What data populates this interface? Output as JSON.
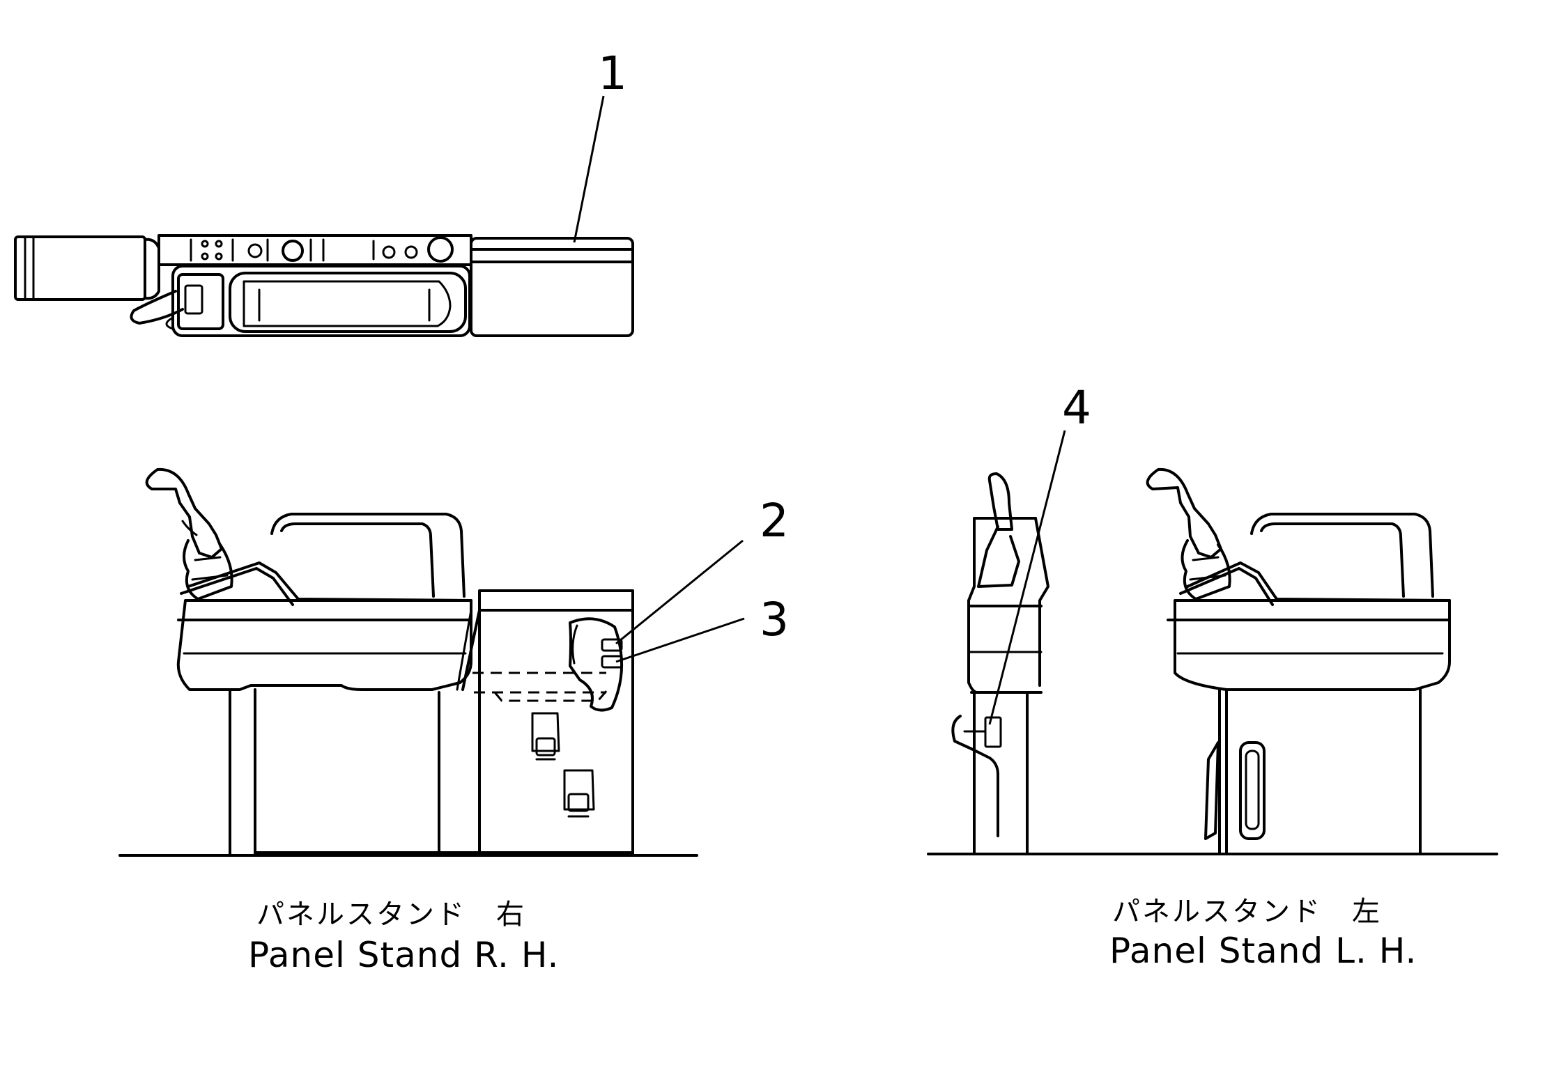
{
  "callouts": {
    "c1": "1",
    "c2": "2",
    "c3": "3",
    "c4": "4"
  },
  "captions": {
    "right_jp": "パネルスタンド　右",
    "right_en": "Panel  Stand  R. H.",
    "left_jp": "パネルスタンド　左",
    "left_en": "Panel  Stand  L. H."
  }
}
